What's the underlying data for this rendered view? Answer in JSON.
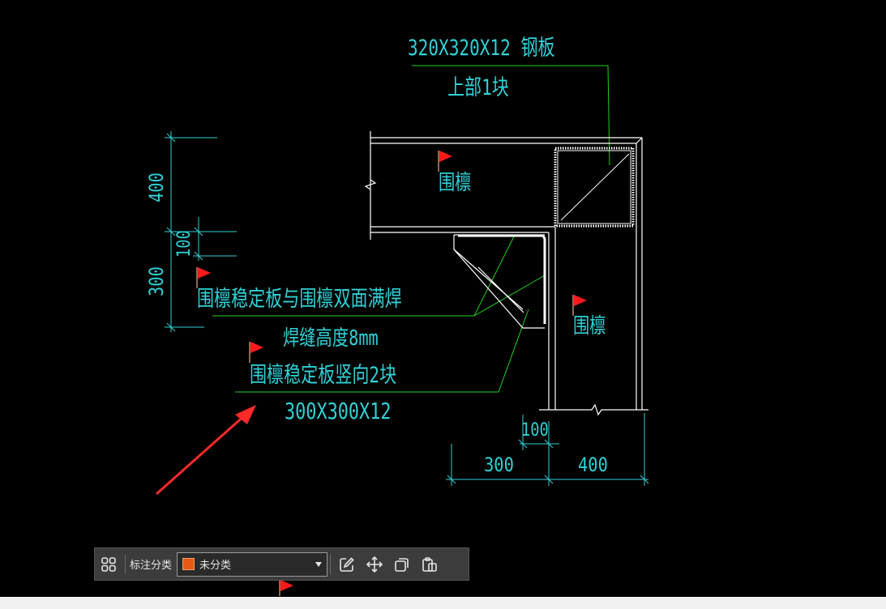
{
  "drawing": {
    "plate_top_spec": "320X320X12 钢板",
    "plate_top_qty": "上部1块",
    "purlin_label_1": "围檩",
    "purlin_label_2": "围檩",
    "weld_note": "围檩稳定板与围檩双面满焊",
    "weld_height": "焊缝高度8mm",
    "stiffener_note": "围檩稳定板竖向2块",
    "stiffener_spec": "300X300X12",
    "dim_left_400": "400",
    "dim_left_100": "100",
    "dim_left_300": "300",
    "dim_bottom_100": "100",
    "dim_bottom_300": "300",
    "dim_bottom_400": "400",
    "colors": {
      "cad_text": "#2fd1d6",
      "leader": "#1fd11f",
      "geometry": "#ffffff",
      "flag": "#ff1a1a",
      "arrow": "#ff2a2a"
    }
  },
  "toolbar": {
    "grid_icon": "grid-apps-icon",
    "label": "标注分类",
    "category_selected": "未分类",
    "category_color": "#e55a14",
    "edit_icon": "edit-icon",
    "move_icon": "move-icon",
    "copy_icon": "copy-icon",
    "paste_icon": "paste-icon"
  }
}
